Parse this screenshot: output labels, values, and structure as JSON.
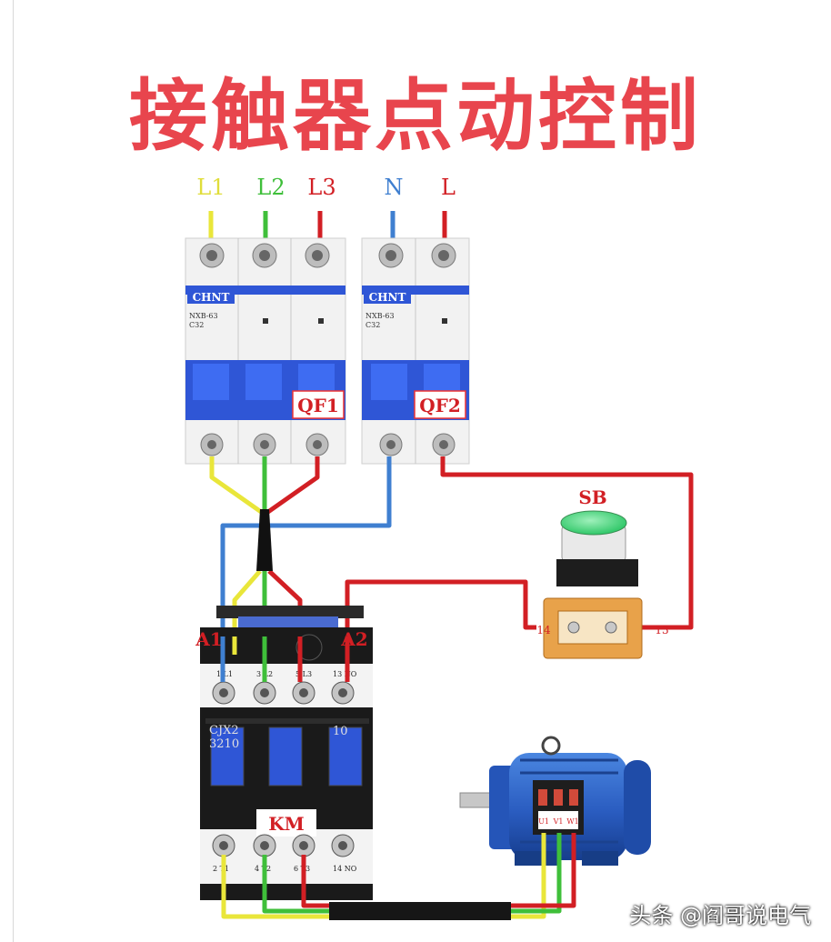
{
  "title": "接触器点动控制",
  "phases": {
    "l1": "L1",
    "l2": "L2",
    "l3": "L3",
    "n": "N",
    "l": "L"
  },
  "breakers": {
    "qf1": {
      "label": "QF1",
      "brand": "CHNT",
      "model": "NXB-63",
      "rating": "C32"
    },
    "qf2": {
      "label": "QF2",
      "brand": "CHNT",
      "model": "NXB-63",
      "rating": "C32"
    }
  },
  "button": {
    "label": "SB",
    "terminal_left": "14",
    "terminal_right": "13"
  },
  "contactor": {
    "label": "KM",
    "coil_a1": "A1",
    "coil_a2": "A2",
    "model_line1": "CJX2",
    "model_line2": "3210",
    "aux_label": "10",
    "top_terminals": [
      "1 L1",
      "3 L2",
      "5 L3",
      "13 NO"
    ],
    "bottom_terminals": [
      "2 T1",
      "4 T2",
      "6 T3",
      "14 NO"
    ]
  },
  "motor": {
    "terminals": [
      "U1",
      "V1",
      "W1"
    ]
  },
  "watermark": "头条 @阎哥说电气",
  "colors": {
    "title": "#e8454d",
    "yellow": "#e9e63a",
    "green": "#3fbf3a",
    "red": "#d21f24",
    "blue": "#3f7fd0",
    "breaker_blue": "#2f56d6",
    "motor_blue": "#2f66c8"
  }
}
